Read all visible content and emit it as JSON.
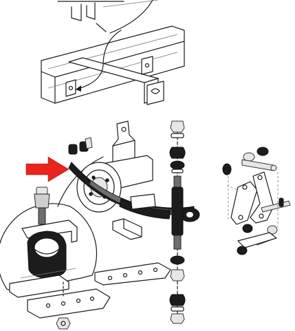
{
  "figure": {
    "colors": {
      "background": "#ffffff",
      "linework": "#1a1a1a",
      "rubber": "#1c1c1c",
      "callout_arrow": "#e8241c"
    },
    "icons": [
      "frame-detail",
      "bushing-detail-callout",
      "leaf-spring-assembly",
      "shackle-parts",
      "red-pointer-arrow"
    ]
  }
}
